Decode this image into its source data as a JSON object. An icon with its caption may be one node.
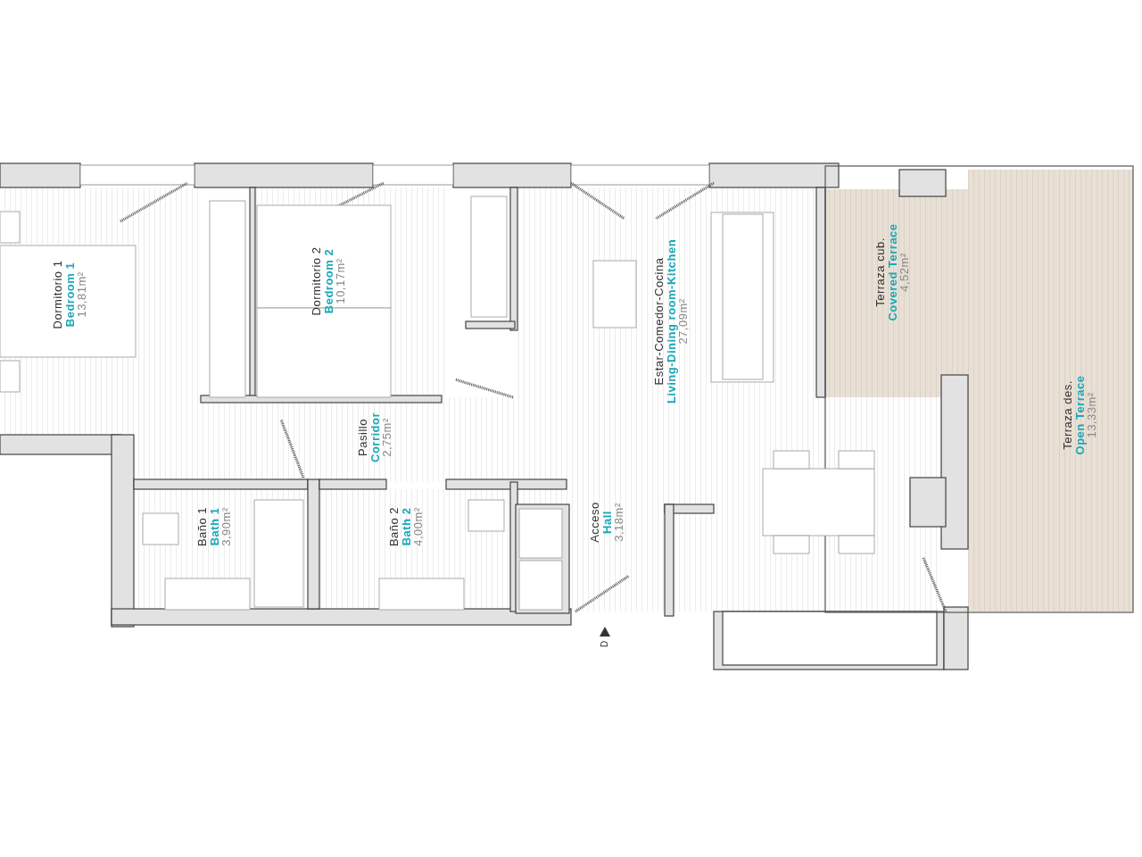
{
  "diagram": {
    "nodes": [
      {
        "text": [
          "Dormitorio 1",
          "Bedroom 1",
          "13,81m²"
        ]
      },
      {
        "text": [
          "Dormitorio 2",
          "Bedroom 2",
          "10,17m²"
        ]
      },
      {
        "text": [
          "Estar-Comedor-Cocina",
          "Living-Dining room-Kitchen",
          "27,09m²"
        ]
      },
      {
        "text": [
          "Terraza cub.",
          "Covered Terrace",
          "4,52m²"
        ]
      },
      {
        "text": [
          "Pasillo",
          "Corridor",
          "2,75m²"
        ]
      },
      {
        "text": [
          "Terraza des.",
          "Open Terrace",
          "13,33m²"
        ]
      },
      {
        "text": [
          "Baño 1",
          "Bath 1",
          "3,90m²"
        ]
      },
      {
        "text": [
          "Baño 2",
          "Bath 2",
          "4,00m²"
        ]
      },
      {
        "text": [
          "Acceso",
          "Hall",
          "3,18m²"
        ]
      }
    ],
    "labels": [
      "D"
    ]
  }
}
